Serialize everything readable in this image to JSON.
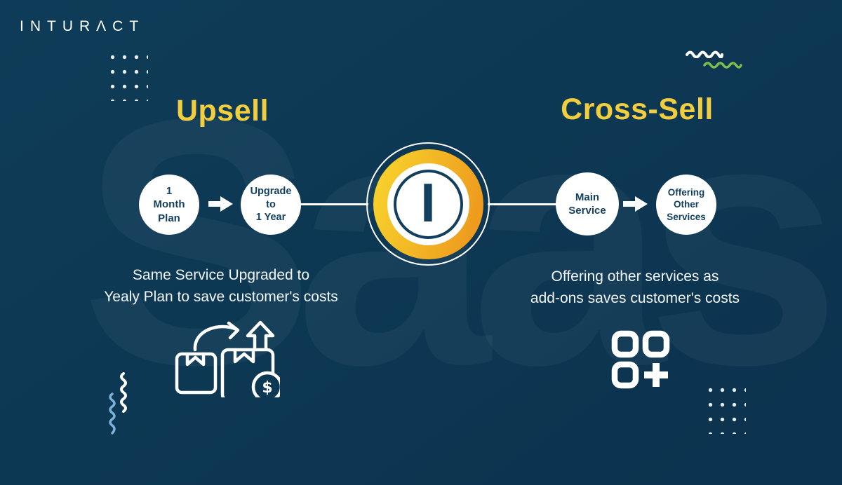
{
  "brand": {
    "logo_text": "INTURΛCT"
  },
  "watermark_text": "Saas",
  "upsell": {
    "heading": "Upsell",
    "step1_lines": [
      "1",
      "Month",
      "Plan"
    ],
    "step2_lines": [
      "Upgrade",
      "to",
      "1 Year"
    ],
    "caption_lines": [
      "Same Service Upgraded to",
      "Yealy Plan to save customer's costs"
    ],
    "icon": "package-upgrade-icon"
  },
  "cross_sell": {
    "heading": "Cross-Sell",
    "step1_lines": [
      "Main",
      "Service"
    ],
    "step2_lines": [
      "Offering",
      "Other",
      "Services"
    ],
    "caption_lines": [
      "Offering other services as",
      "add-ons saves customer's costs"
    ],
    "icon": "add-services-icon"
  },
  "center_badge": {
    "letter": "I"
  },
  "colors": {
    "background": "#0D3853",
    "accent_yellow": "#F2CE3E",
    "ring_gradient_start": "#F7CE2B",
    "ring_gradient_end": "#EE9B1E",
    "navy_text": "#123F5E",
    "green_wave": "#7FBF4D",
    "blue_squiggle": "#7FB2DB",
    "white": "#FFFFFF"
  }
}
